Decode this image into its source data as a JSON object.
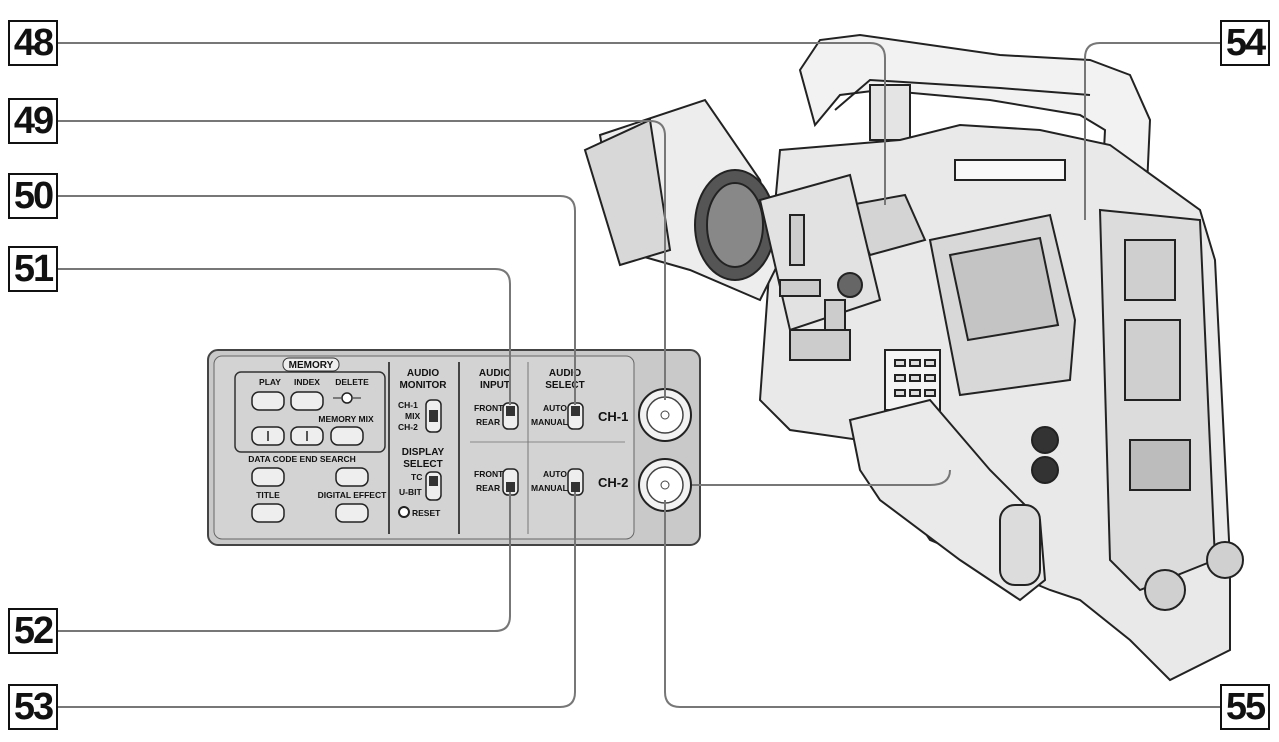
{
  "callouts": {
    "c48": "48",
    "c49": "49",
    "c50": "50",
    "c51": "51",
    "c52": "52",
    "c53": "53",
    "c54": "54",
    "c55": "55"
  },
  "panel": {
    "memory": "MEMORY",
    "play": "PLAY",
    "index": "INDEX",
    "delete": "DELETE",
    "memory_mix": "MEMORY MIX",
    "data_code_end_search": "DATA CODE END SEARCH",
    "title": "TITLE",
    "digital_effect": "DIGITAL EFFECT",
    "audio_monitor_1": "AUDIO",
    "audio_monitor_2": "MONITOR",
    "ch1_small": "CH-1",
    "mix": "MIX",
    "ch2_small": "CH-2",
    "display_select_1": "DISPLAY",
    "display_select_2": "SELECT",
    "tc": "TC",
    "ubit": "U-BIT",
    "reset": "RESET",
    "audio_input_1": "AUDIO",
    "audio_input_2": "INPUT",
    "front": "FRONT",
    "rear": "REAR",
    "audio_select_1": "AUDIO",
    "audio_select_2": "SELECT",
    "auto": "AUTO",
    "manual": "MANUAL",
    "ch1": "CH-1",
    "ch2": "CH-2"
  }
}
